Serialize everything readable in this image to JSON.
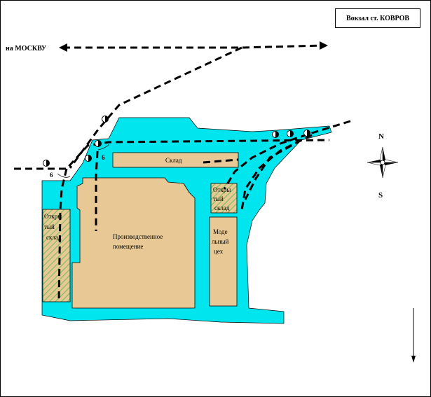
{
  "title": "Вокзал ст. КОВРОВ",
  "direction_label": "на МОСКВУ",
  "compass": {
    "north": "N",
    "south": "S"
  },
  "buildings": {
    "warehouse": "Склад",
    "open_left": [
      "Откры",
      "тый",
      "склад"
    ],
    "production": [
      "Производственное",
      "помещение"
    ],
    "open_right": [
      "Откры",
      "тый",
      "склад"
    ],
    "model_shop": [
      "Моде",
      "льный",
      "цех"
    ]
  },
  "markers": [
    "6",
    "6"
  ],
  "colors": {
    "site": "#00e5ee",
    "building": "#e8c895",
    "hatch": "#6cbf5a",
    "rail": "#000000"
  },
  "icons": {
    "compass": "compass-rose-icon",
    "signal": "signal-icon"
  }
}
